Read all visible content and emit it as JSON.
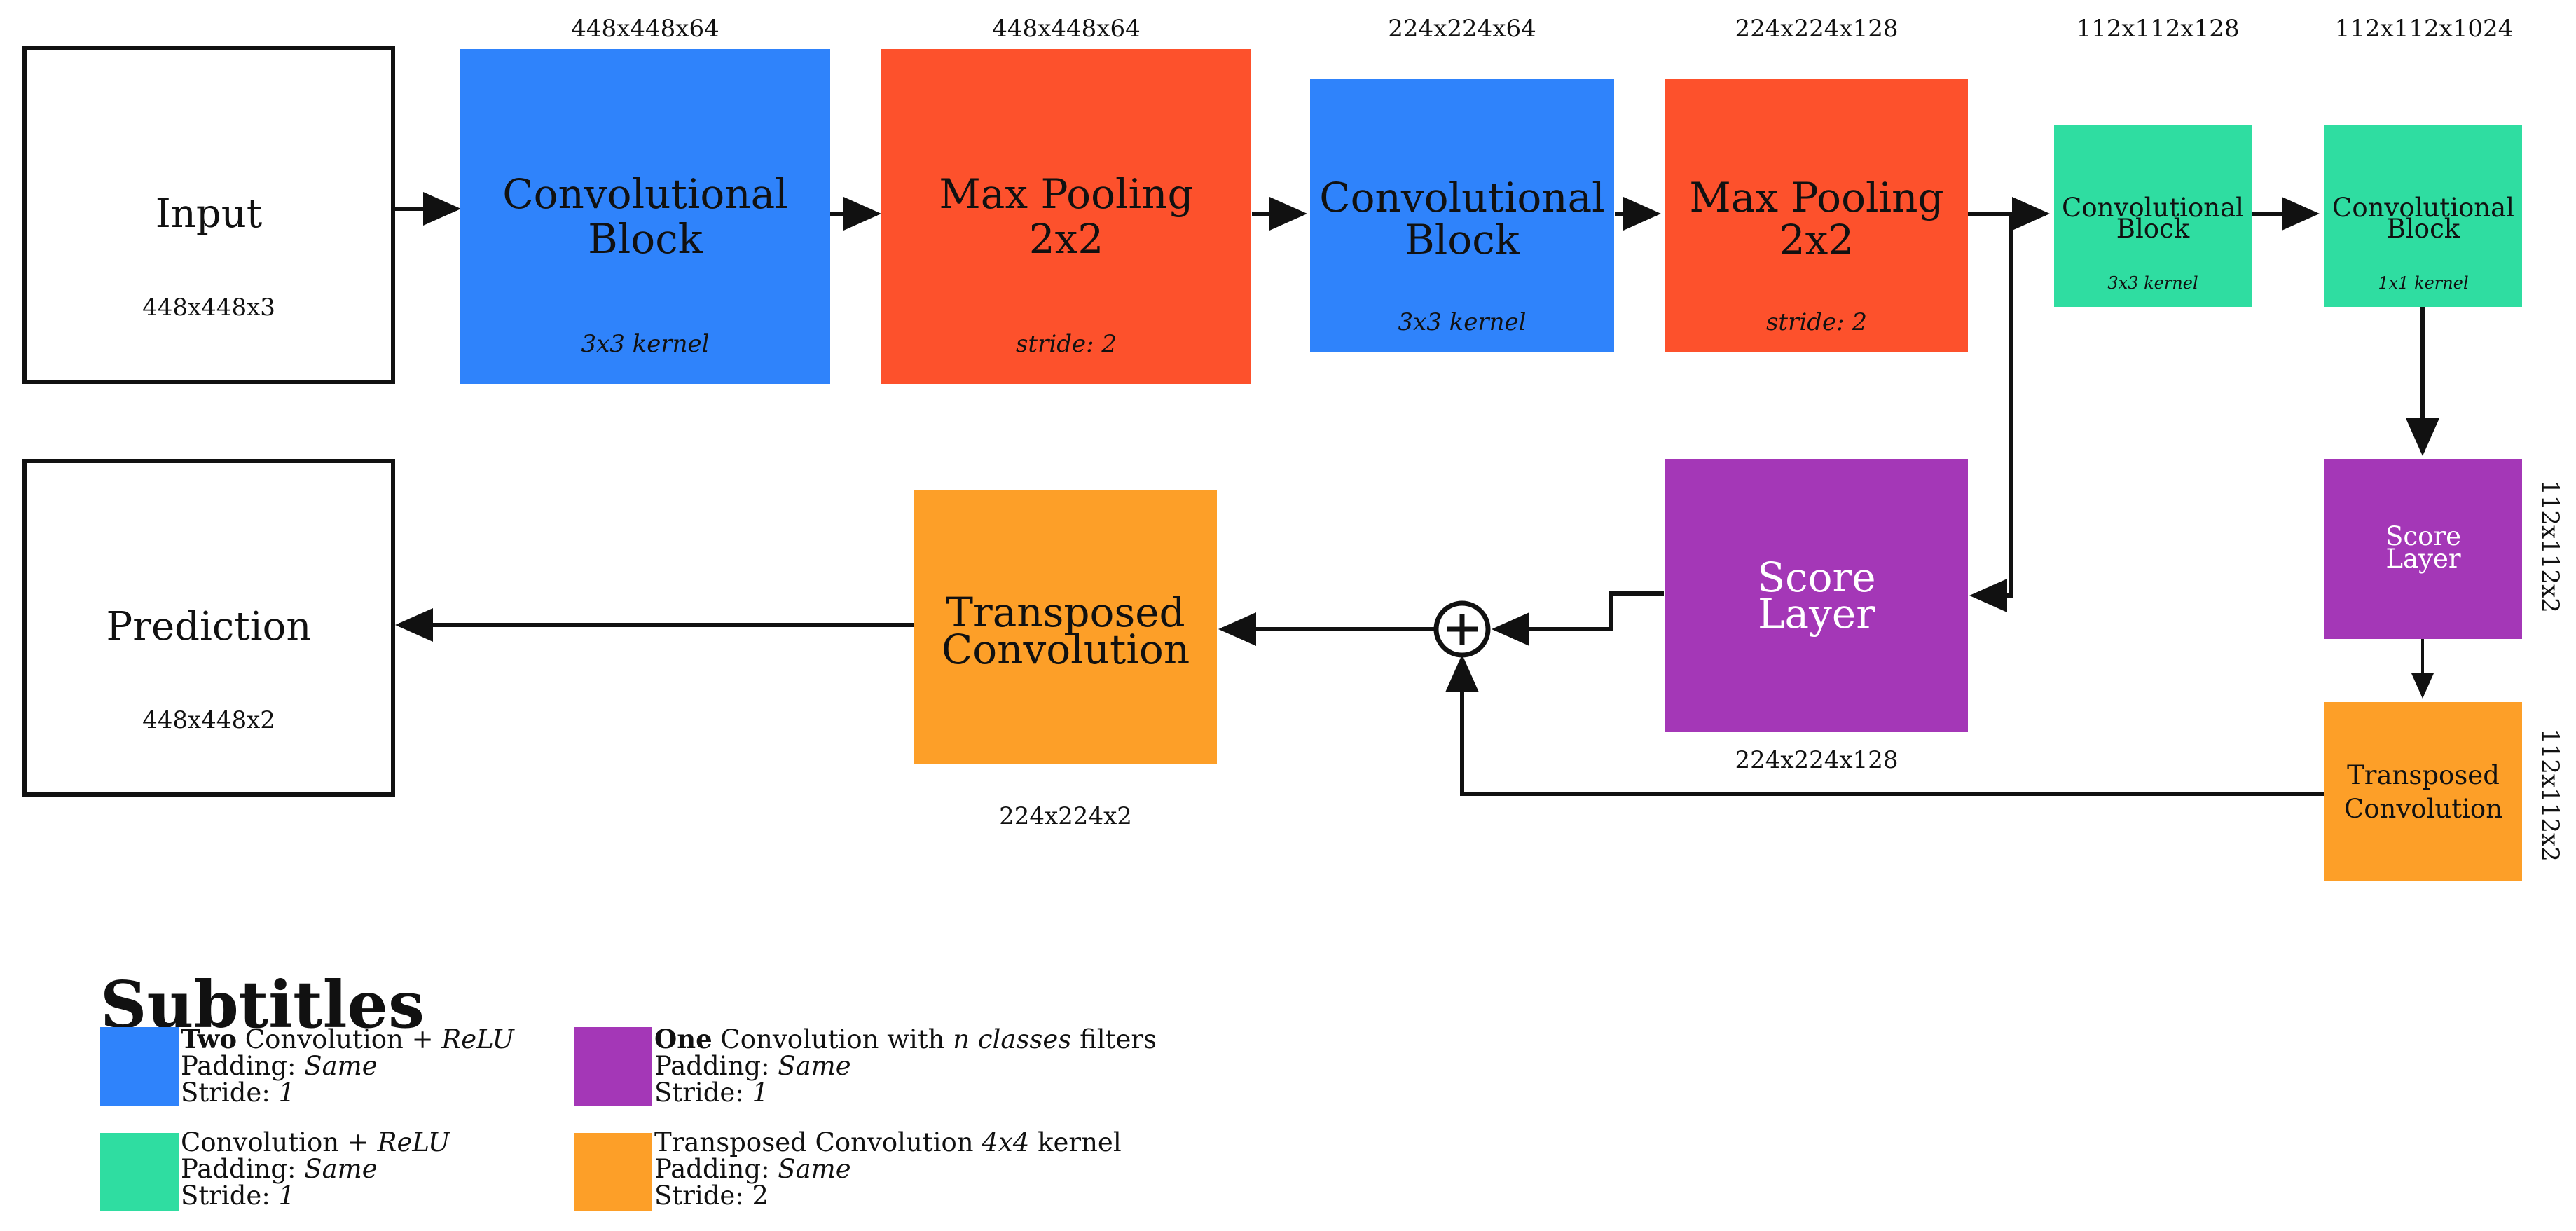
{
  "nodes": {
    "input": {
      "title": "Input",
      "dims": "448x448x3"
    },
    "conv1": {
      "line1": "Convolutional",
      "line2": "Block",
      "note": "3x3 kernel",
      "above": "448x448x64"
    },
    "pool1": {
      "line1": "Max Pooling",
      "line2": "2x2",
      "note": "stride: 2",
      "above": "448x448x64"
    },
    "conv2": {
      "line1": "Convolutional",
      "line2": "Block",
      "note": "3x3 kernel",
      "above": "224x224x64"
    },
    "pool2": {
      "line1": "Max Pooling",
      "line2": "2x2",
      "note": "stride: 2",
      "above": "224x224x128"
    },
    "conv3": {
      "line1": "Convolutional",
      "line2": "Block",
      "note": "3x3 kernel",
      "above": "112x112x128"
    },
    "conv4": {
      "line1": "Convolutional",
      "line2": "Block",
      "note": "1x1 kernel",
      "above": "112x112x1024"
    },
    "score_small": {
      "line1": "Score",
      "line2": "Layer",
      "side": "112x112x2"
    },
    "tconv_small": {
      "line1": "Transposed",
      "line2": "Convolution",
      "side": "112x112x2"
    },
    "score_main": {
      "line1": "Score",
      "line2": "Layer",
      "below": "224x224x128"
    },
    "add": {
      "symbol": "+"
    },
    "tconv_main": {
      "line1": "Transposed",
      "line2": "Convolution",
      "below": "224x224x2"
    },
    "prediction": {
      "title": "Prediction",
      "dims": "448x448x2"
    }
  },
  "legend": {
    "title": "Subtitles",
    "items": [
      {
        "color": "#2f83fb",
        "bold": "Two",
        "line1_rest": " Convolution + ",
        "line1_ital": "ReLU",
        "line2": "Padding: ",
        "line2_ital": "Same",
        "line3": "Stride: ",
        "line3_ital": "1"
      },
      {
        "color": "#a437b7",
        "bold": "One",
        "line1_rest": " Convolution with ",
        "line1_ital": "n classes",
        "line1_tail": " filters",
        "line2": "Padding: ",
        "line2_ital": "Same",
        "line3": "Stride: ",
        "line3_ital": "1"
      },
      {
        "color": "#2fdda1",
        "line1_plain": "Convolution + ",
        "line1_ital": "ReLU",
        "line2": "Padding: ",
        "line2_ital": "Same",
        "line3": "Stride: ",
        "line3_ital": "1"
      },
      {
        "color": "#fd9f28",
        "line1_plain": "Transposed Convolution ",
        "line1_ital": "4x4",
        "line1_tail": " kernel",
        "line2": "Padding: ",
        "line2_ital": "Same",
        "line3": "Stride: ",
        "line3_val": "2"
      }
    ]
  },
  "colors": {
    "conv_block": "#2f83fb",
    "max_pool": "#fd512c",
    "conv_small": "#2fdda1",
    "score_layer": "#a437b7",
    "transposed_conv": "#fd9f28"
  }
}
